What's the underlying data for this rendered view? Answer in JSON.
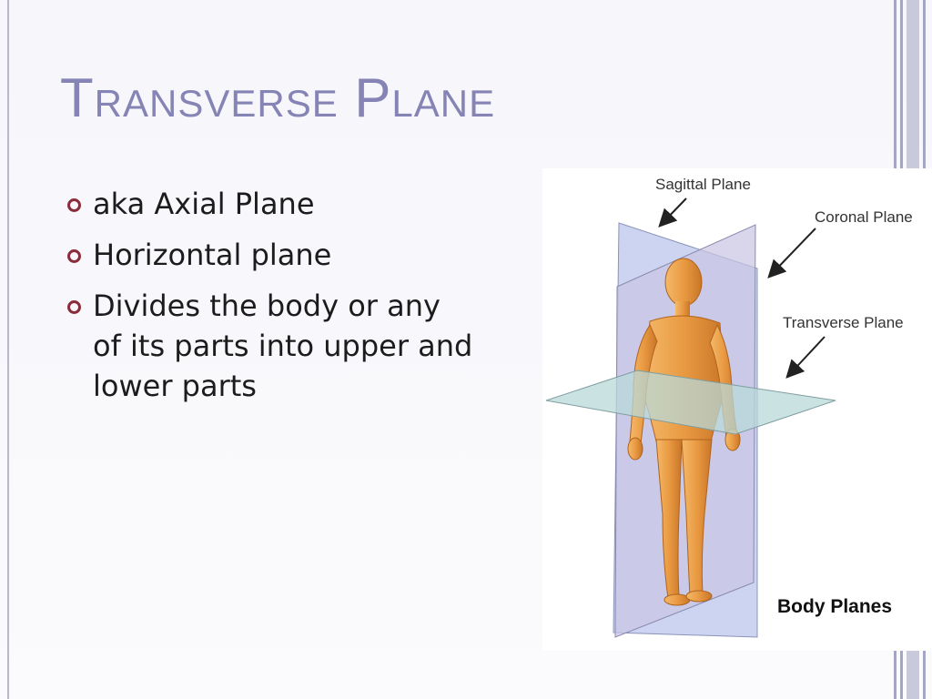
{
  "slide": {
    "title": "Transverse Plane",
    "bullets": [
      "aka Axial Plane",
      "Horizontal plane",
      "Divides the body or any of its parts into upper and lower parts"
    ]
  },
  "figure": {
    "labels": {
      "sagittal": "Sagittal Plane",
      "coronal": "Coronal Plane",
      "transverse": "Transverse Plane"
    },
    "caption": "Body Planes"
  },
  "colors": {
    "title": "#8584b5",
    "bullet": "#8a2c3a",
    "plane_sagittal": "#b9c3e8",
    "plane_coronal": "#c7c2de",
    "plane_transverse": "#b8d8d8",
    "skin": "#e99a42"
  },
  "icons": [
    "bullet-icon",
    "arrow-icon"
  ]
}
